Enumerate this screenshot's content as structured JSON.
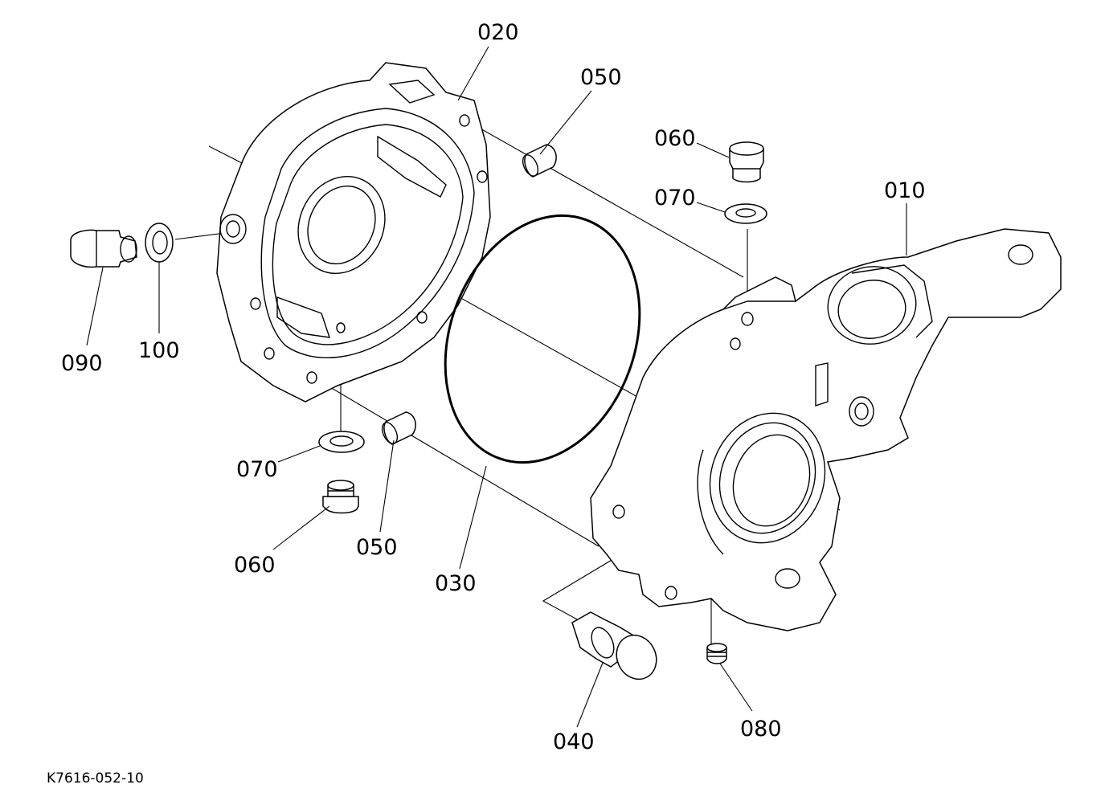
{
  "diagram_ref": "K7616-052-10",
  "labels": {
    "p010": "010",
    "p020": "020",
    "p030": "030",
    "p040": "040",
    "p050_top": "050",
    "p050_bottom": "050",
    "p060_top": "060",
    "p060_bottom": "060",
    "p070_top": "070",
    "p070_bottom": "070",
    "p080": "080",
    "p090": "090",
    "p100": "100"
  }
}
